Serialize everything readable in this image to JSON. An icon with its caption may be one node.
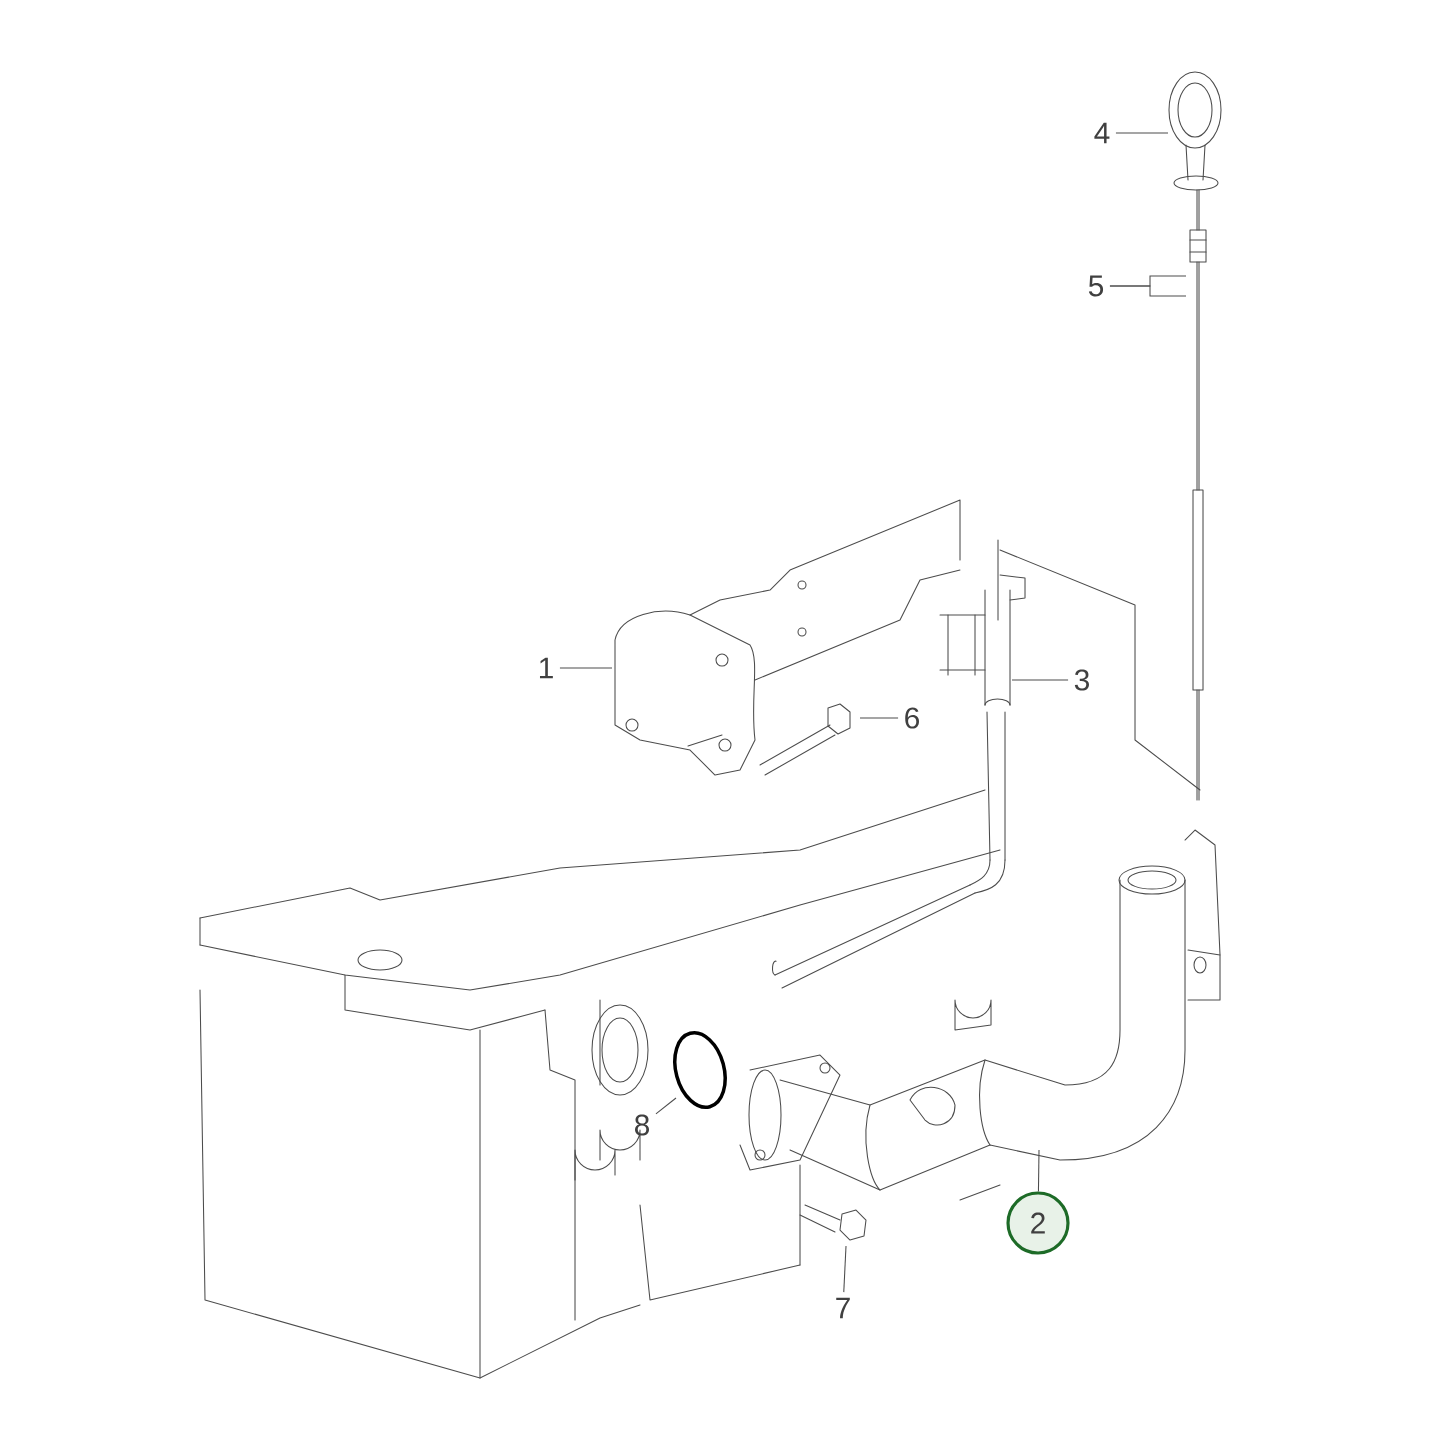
{
  "diagram": {
    "nodes": [
      {
        "text": [
          "1"
        ]
      },
      {
        "text": [
          "2"
        ]
      },
      {
        "text": [
          "3"
        ]
      },
      {
        "text": [
          "4"
        ]
      },
      {
        "text": [
          "5"
        ]
      },
      {
        "text": [
          "6"
        ]
      },
      {
        "text": [
          "7"
        ]
      },
      {
        "text": [
          "8"
        ]
      }
    ],
    "edges": [
      {
        "from": 0,
        "to": null,
        "arrow": "none"
      },
      {
        "from": 1,
        "to": null,
        "arrow": "none"
      },
      {
        "from": 2,
        "to": null,
        "arrow": "none"
      },
      {
        "from": 3,
        "to": null,
        "arrow": "none"
      },
      {
        "from": 4,
        "to": null,
        "arrow": "none"
      },
      {
        "from": 4,
        "to": null,
        "arrow": "none"
      },
      {
        "from": 5,
        "to": null,
        "arrow": "none"
      },
      {
        "from": 6,
        "to": null,
        "arrow": "none"
      },
      {
        "from": 7,
        "to": null,
        "arrow": "none"
      }
    ]
  }
}
